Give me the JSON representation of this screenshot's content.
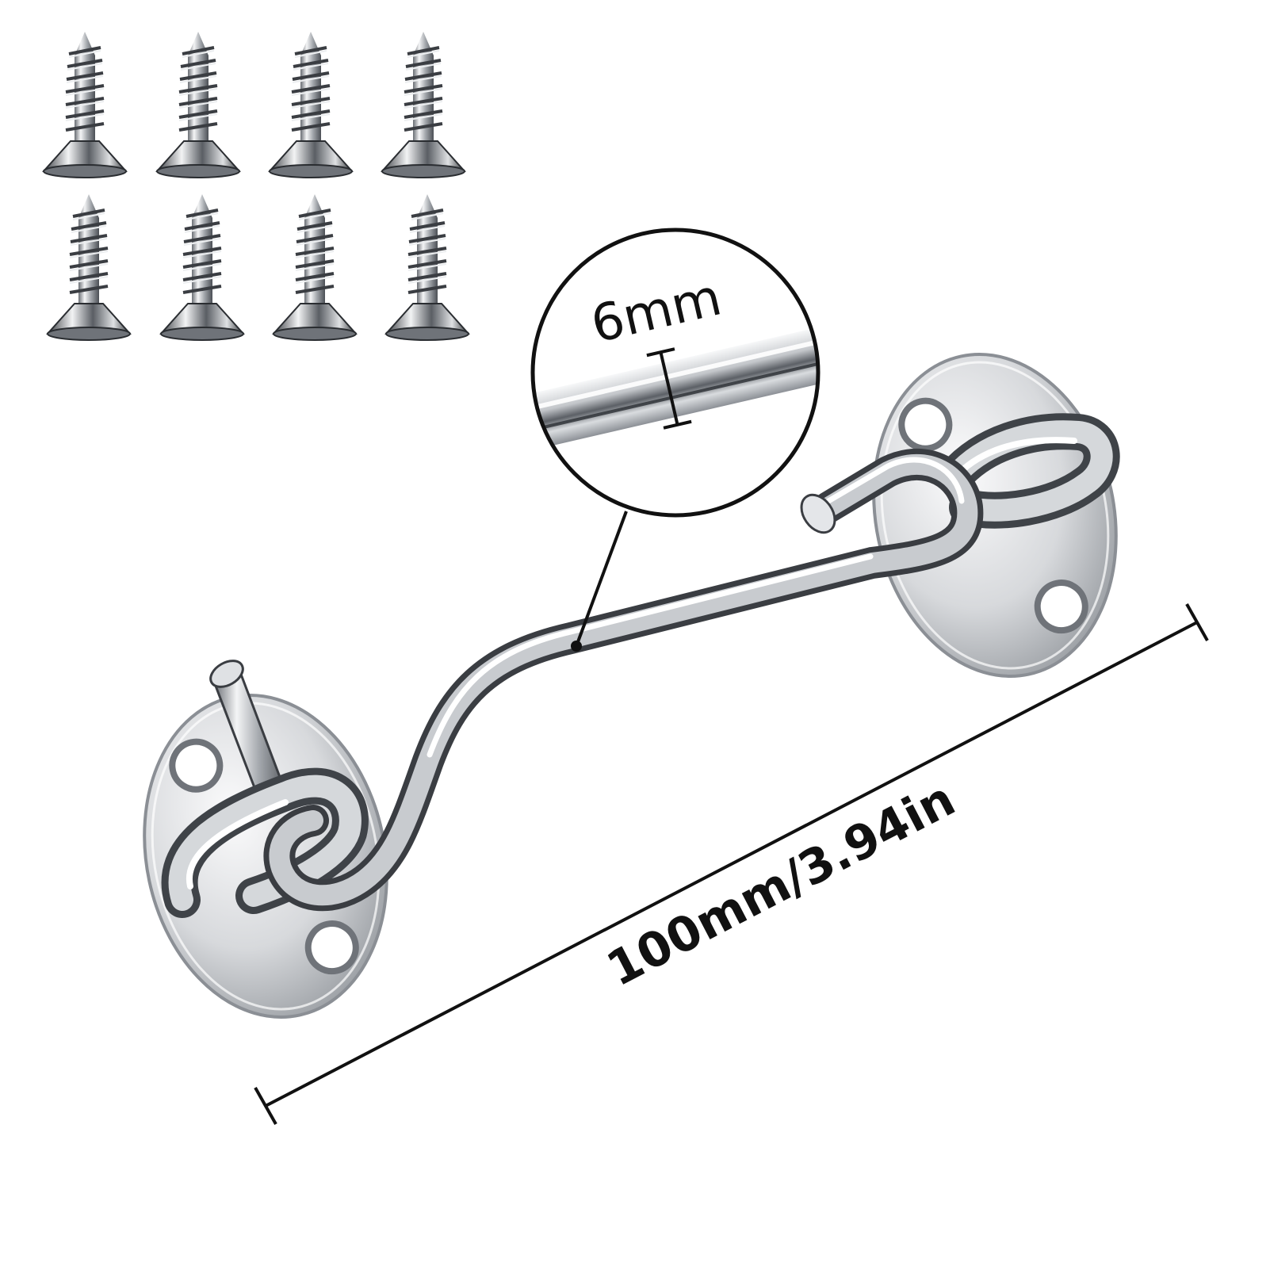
{
  "product": {
    "name_visible": "",
    "screw_count": 8,
    "material_color": "#c9ccd0",
    "accent_dark": "#2a2d31"
  },
  "labels": {
    "diameter": "6mm",
    "length": "100mm/3.94in"
  },
  "icons": {
    "screw": "screw-icon",
    "hook": "cabin-hook-icon",
    "eye_plate": "eye-plate-icon"
  }
}
